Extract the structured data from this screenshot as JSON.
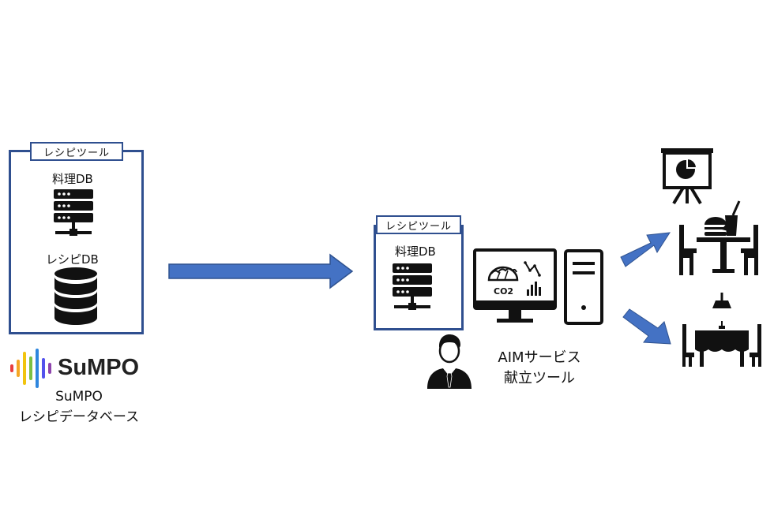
{
  "left_panel": {
    "tab_label": "レシピツール",
    "cooking_db_label": "料理DB",
    "recipe_db_label": "レシピDB"
  },
  "sumpo": {
    "logo_text": "SuMPO",
    "caption_line1": "SuMPO",
    "caption_line2": "レシピデータベース"
  },
  "middle_panel": {
    "tab_label": "レシピツール",
    "cooking_db_label": "料理DB"
  },
  "computer": {
    "screen_text": "CO2"
  },
  "aim_service": {
    "line1": "AIMサービス",
    "line2": "献立ツール"
  },
  "colors": {
    "panel_border": "#2f4f8f",
    "arrow": "#4472c4",
    "icon": "#111111"
  }
}
